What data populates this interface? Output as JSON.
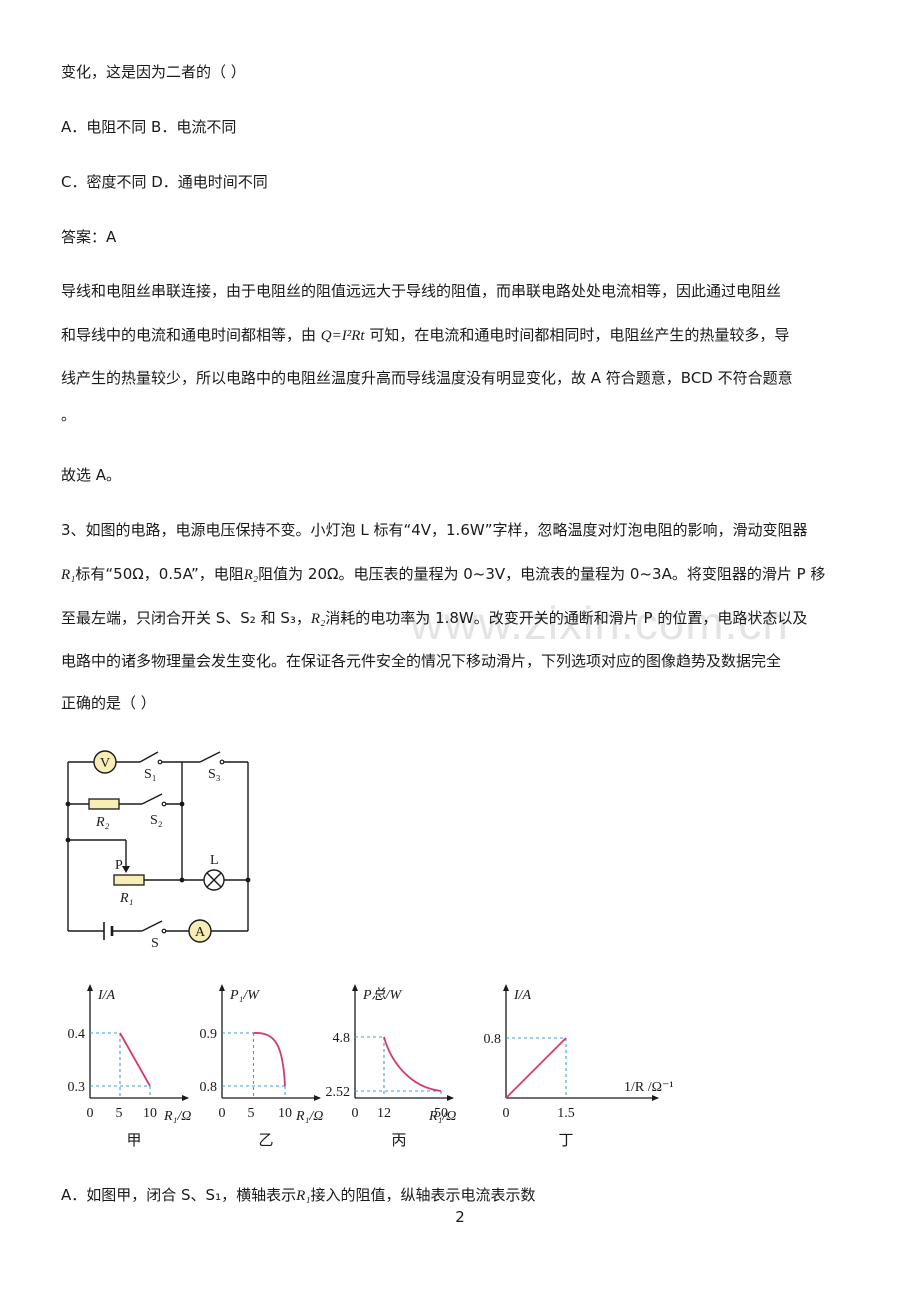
{
  "question2": {
    "stem_end": "变化，这是因为二者的（   ）",
    "options_line1": "A．电阻不同 B．电流不同",
    "options_line2": "C．密度不同 D．通电时间不同",
    "answer": "答案：A",
    "explanation_line1": "导线和电阻丝串联连接，由于电阻丝的阻值远远大于导线的阻值，而串联电路处处电流相等，因此通过电阻丝",
    "explanation_line2_pre": "和导线中的电流和通电时间都相等，由",
    "explanation_formula": "Q=I²Rt",
    "explanation_line2_post": "可知，在电流和通电时间都相同时，电阻丝产生的热量较多，导",
    "explanation_line3": "线产生的热量较少，所以电路中的电阻丝温度升高而导线温度没有明显变化，故 A 符合题意，BCD 不符合题意",
    "explanation_line4": "。",
    "conclusion": "故选 A。"
  },
  "question3": {
    "line1": "3、如图的电路，电源电压保持不变。小灯泡 L 标有“4V，1.6W”字样，忽略温度对灯泡电阻的影响，滑动变阻器",
    "line2_r1": "R₁",
    "line2_a": "标有“50Ω，0.5A”，电阻",
    "line2_r2": "R₂",
    "line2_b": "阻值为 20Ω。电压表的量程为 0~3V，电流表的量程为 0~3A。将变阻器的滑片 P 移",
    "line3_a": "至最左端，只闭合开关 S、S₂ 和 S₃，",
    "line3_r2": "R₂",
    "line3_b": "消耗的电功率为 1.8W。改变开关的通断和滑片 P 的位置，电路状态以及",
    "line4": "电路中的诸多物理量会发生变化。在保证各元件安全的情况下移动滑片，下列选项对应的图像趋势及数据完全",
    "line5": "正确的是（   ）",
    "option_a_pre": "A．如图甲，闭合 S、S₁，横轴表示",
    "option_a_r1": "R₁",
    "option_a_post": "接入的阻值，纵轴表示电流表示数"
  },
  "circuit": {
    "voltmeter": "V",
    "ammeter": "A",
    "lamp": "L",
    "slider": "P",
    "switch_s1": "S₁",
    "switch_s2": "S₂",
    "switch_s3": "S₃",
    "switch_s": "S",
    "resistor_r2": "R₂",
    "resistor_r1": "R₁"
  },
  "chart_data": [
    {
      "type": "line",
      "caption": "甲",
      "xlabel": "R₁/Ω",
      "ylabel": "I/A",
      "x_ticks": [
        "0",
        "5",
        "10"
      ],
      "y_ticks": [
        "0.4",
        "0.3"
      ],
      "points": [
        [
          5,
          0.4
        ],
        [
          10,
          0.3
        ]
      ]
    },
    {
      "type": "line",
      "caption": "乙",
      "xlabel": "R₁/Ω",
      "ylabel": "P₁/W",
      "x_ticks": [
        "0",
        "5",
        "10"
      ],
      "y_ticks": [
        "0.9",
        "0.8"
      ],
      "points": [
        [
          5,
          0.9
        ],
        [
          10,
          0.8
        ]
      ]
    },
    {
      "type": "line",
      "caption": "丙",
      "xlabel": "R₁/Ω",
      "ylabel": "P总/W",
      "x_ticks": [
        "0",
        "12",
        "50"
      ],
      "y_ticks": [
        "4.8",
        "2.52"
      ],
      "points": [
        [
          12,
          4.8
        ],
        [
          50,
          2.52
        ]
      ]
    },
    {
      "type": "line",
      "caption": "丁",
      "xlabel": "1/R /Ω⁻¹",
      "ylabel": "I/A",
      "x_ticks": [
        "0",
        "1.5"
      ],
      "y_ticks": [
        "0.8"
      ],
      "points": [
        [
          0,
          0
        ],
        [
          1.5,
          0.8
        ]
      ]
    }
  ],
  "page_number": "2",
  "watermark": "www.zixin.com.cn",
  "colors": {
    "curve": "#d63a6e",
    "dashed": "#3aa0e0",
    "meter_fill": "#f6eeb4",
    "resistor_fill": "#f6eeb4"
  }
}
